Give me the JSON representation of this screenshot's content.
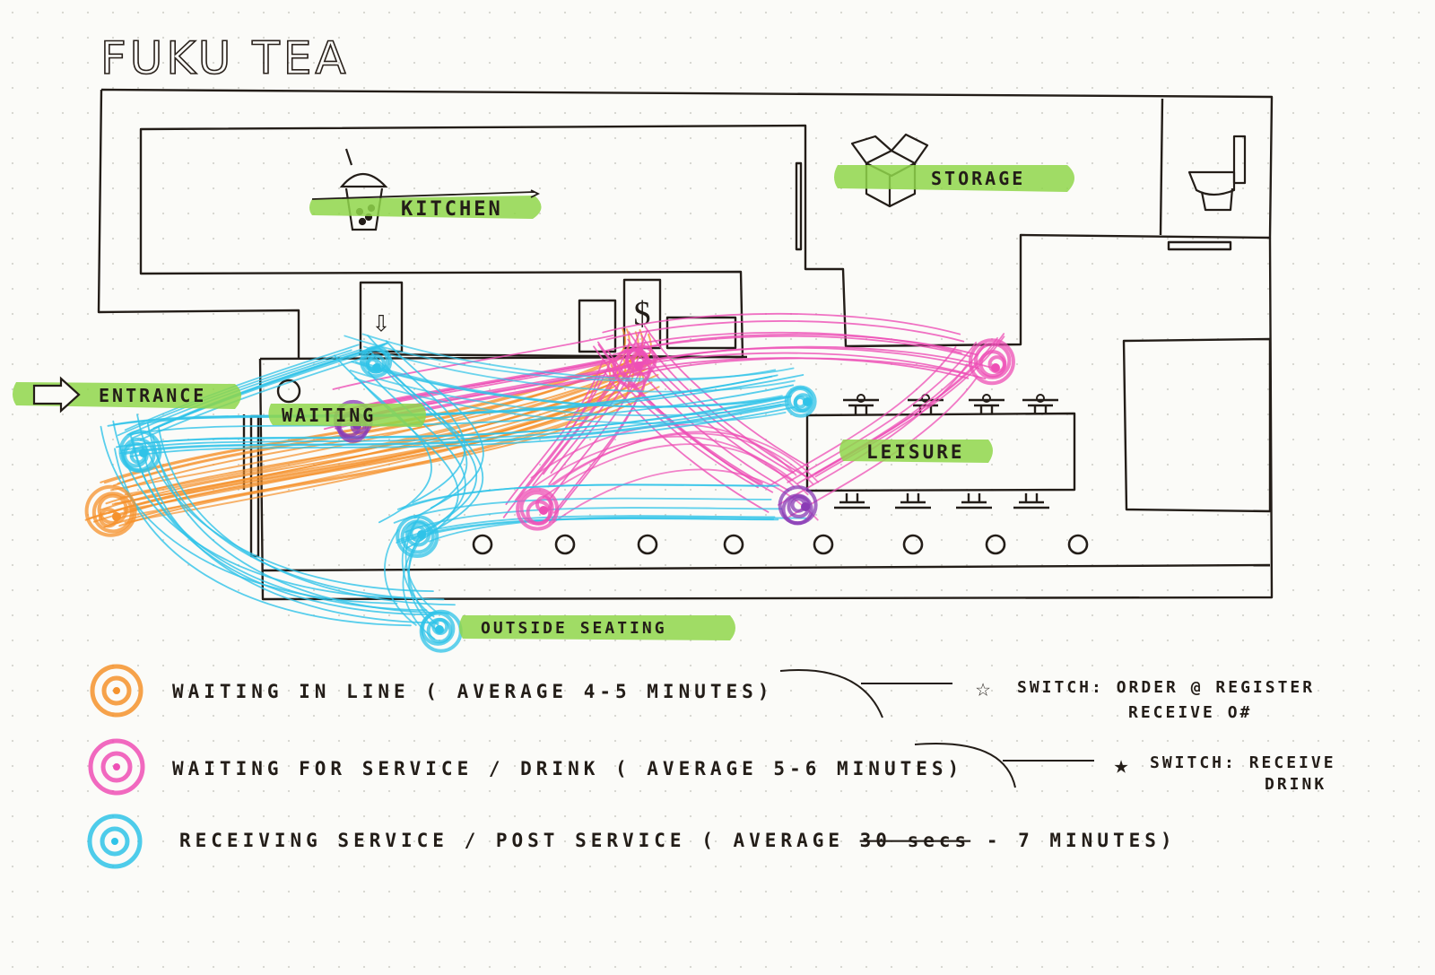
{
  "title": "FUKU TEA",
  "zones": {
    "kitchen": "KITCHEN",
    "storage": "STORAGE",
    "entrance": "ENTRANCE",
    "waiting": "WAITING",
    "leisure": "LEISURE",
    "outside": "OUTSIDE SEATING"
  },
  "symbols": {
    "register": "$",
    "pickup": "⇩"
  },
  "legend": [
    {
      "color": "#f5922c",
      "text": "WAITING IN LINE ( AVERAGE 4-5 MINUTES)"
    },
    {
      "color": "#ee4fb5",
      "text": "WAITING FOR SERVICE / DRINK ( AVERAGE 5-6 MINUTES)"
    },
    {
      "color": "#2fc3e8",
      "text_before": "RECEIVING SERVICE / POST SERVICE ( AVERAGE ",
      "text_struck": "30 secs",
      "text_after": " - 7 MINUTES)"
    }
  ],
  "notes": [
    {
      "line1": "SWITCH: ORDER @ REGISTER",
      "line2": "RECEIVE O#"
    },
    {
      "line1": "SWITCH: RECEIVE",
      "line2": "DRINK"
    }
  ],
  "colors": {
    "ink": "#231d18",
    "highlight": "#8fd64b",
    "orange": "#f5922c",
    "pink": "#ee4fb5",
    "cyan": "#2fc3e8",
    "purple": "#8a3bb5"
  }
}
